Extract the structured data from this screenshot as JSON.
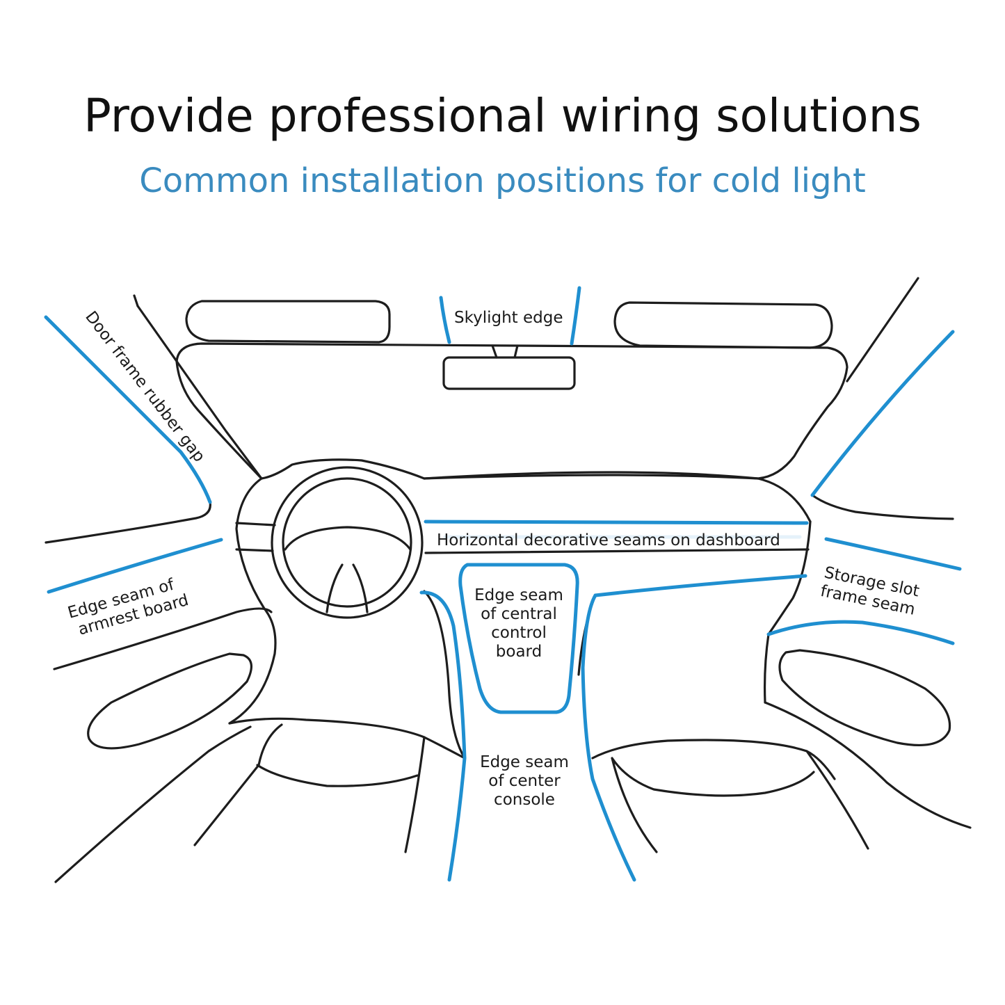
{
  "header": {
    "title": "Provide professional wiring solutions",
    "subtitle": "Common installation positions for cold light"
  },
  "colors": {
    "accent": "#3a8bbf",
    "light_line": "#1f8fd0",
    "outline": "#1d1d1d",
    "title": "#111111"
  },
  "labels": {
    "skylight_edge": "Skylight edge",
    "door_frame_gap": "Door frame rubber gap",
    "dashboard_seams": "Horizontal decorative seams on dashboard",
    "storage_slot_l1": "Storage slot",
    "storage_slot_l2": "frame seam",
    "armrest_l1": "Edge seam of",
    "armrest_l2": "armrest board",
    "central_board_l1": "Edge seam",
    "central_board_l2": "of central",
    "central_board_l3": "control",
    "central_board_l4": "board",
    "center_console_l1": "Edge seam",
    "center_console_l2": "of center",
    "center_console_l3": "console"
  }
}
